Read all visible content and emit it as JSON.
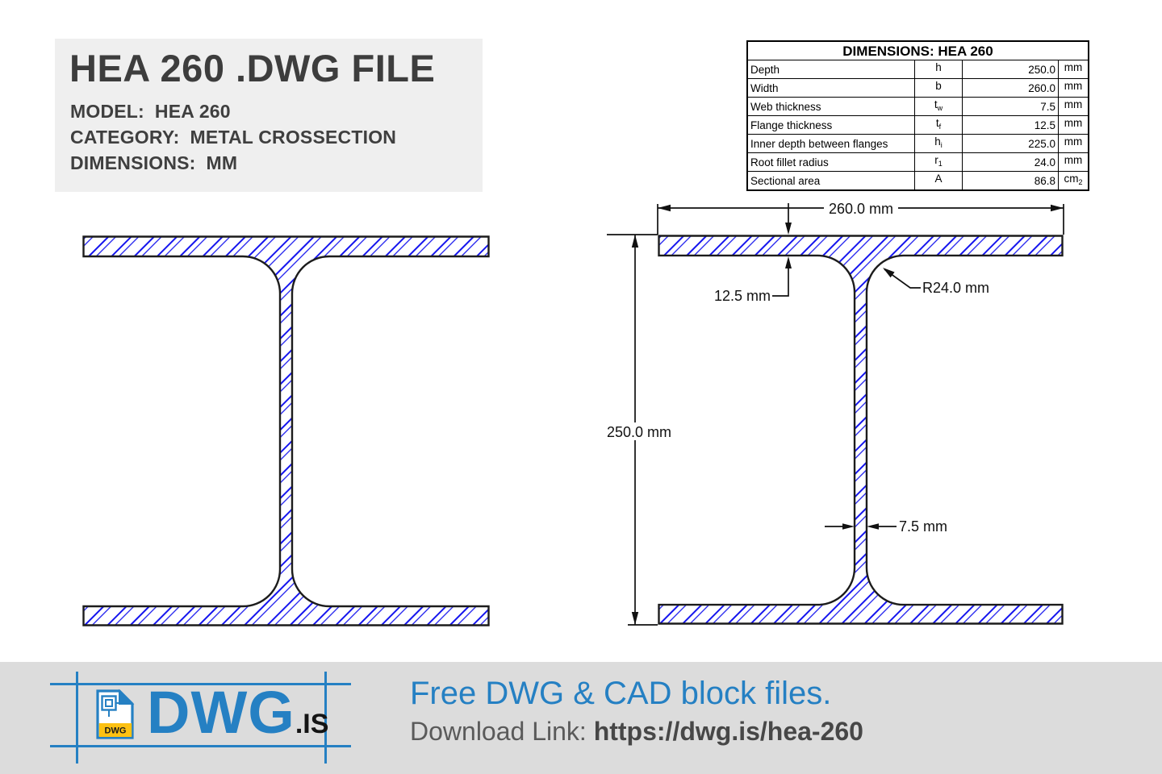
{
  "header": {
    "title": "HEA 260 .DWG FILE",
    "meta": [
      {
        "label": "MODEL:",
        "value": "HEA 260"
      },
      {
        "label": "CATEGORY:",
        "value": "METAL CROSSECTION"
      },
      {
        "label": "DIMENSIONS:",
        "value": "MM"
      }
    ]
  },
  "dimensions_table": {
    "title": "DIMENSIONS: HEA 260",
    "rows": [
      {
        "label": "Depth",
        "symbol": "h",
        "symbol_sub": "",
        "value": "250.0",
        "unit": "mm",
        "unit_sub": ""
      },
      {
        "label": "Width",
        "symbol": "b",
        "symbol_sub": "",
        "value": "260.0",
        "unit": "mm",
        "unit_sub": ""
      },
      {
        "label": "Web thickness",
        "symbol": "t",
        "symbol_sub": "w",
        "value": "7.5",
        "unit": "mm",
        "unit_sub": ""
      },
      {
        "label": "Flange thickness",
        "symbol": "t",
        "symbol_sub": "f",
        "value": "12.5",
        "unit": "mm",
        "unit_sub": ""
      },
      {
        "label": "Inner depth between flanges",
        "symbol": "h",
        "symbol_sub": "i",
        "value": "225.0",
        "unit": "mm",
        "unit_sub": ""
      },
      {
        "label": "Root fillet radius",
        "symbol": "r",
        "symbol_sub": "1",
        "value": "24.0",
        "unit": "mm",
        "unit_sub": ""
      },
      {
        "label": "Sectional area",
        "symbol": "A",
        "symbol_sub": "",
        "value": "86.8",
        "unit": "cm",
        "unit_sub": "2"
      }
    ]
  },
  "drawing": {
    "profile": "HEA 260 I-beam cross section",
    "dim_width": "260.0 mm",
    "dim_depth": "250.0 mm",
    "dim_flange_thickness": "12.5 mm",
    "dim_web_thickness": "7.5 mm",
    "dim_fillet_radius": "R24.0 mm",
    "hatch_color": "#1515ee",
    "outline_color": "#1c1c1c"
  },
  "footer": {
    "logo_main": "DWG",
    "logo_suffix": ".IS",
    "logo_badge": "DWG",
    "tagline": "Free DWG & CAD block files.",
    "download_label": "Download Link:",
    "download_url": "https://dwg.is/hea-260",
    "accent_color": "#2580c3",
    "badge_color": "#fdc112"
  }
}
